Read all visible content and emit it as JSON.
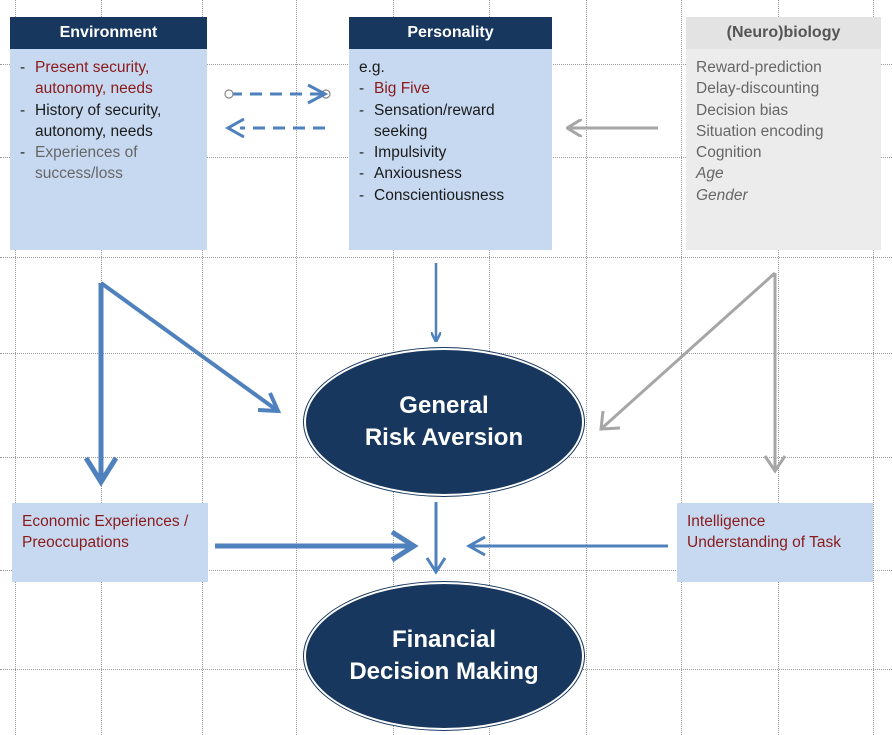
{
  "environment": {
    "title": "Environment",
    "items": [
      {
        "text": "Present security, autonomy, needs",
        "style": "red"
      },
      {
        "text": "History of security, autonomy, needs",
        "style": "black"
      },
      {
        "text": "Experiences of success/loss",
        "style": "grey"
      }
    ]
  },
  "personality": {
    "title": "Personality",
    "intro": "e.g.",
    "items": [
      {
        "text": "Big Five",
        "style": "red"
      },
      {
        "text": "Sensation/reward seeking",
        "style": "black"
      },
      {
        "text": "Impulsivity",
        "style": "black"
      },
      {
        "text": "Anxiousness",
        "style": "black"
      },
      {
        "text": "Conscientiousness",
        "style": "black"
      }
    ]
  },
  "neurobiology": {
    "title": "(Neuro)biology",
    "items": [
      {
        "text": "Reward-prediction",
        "style": "grey"
      },
      {
        "text": "Delay-discounting",
        "style": "grey"
      },
      {
        "text": "Decision bias",
        "style": "grey"
      },
      {
        "text": "Situation encoding",
        "style": "grey"
      },
      {
        "text": "Cognition",
        "style": "grey"
      },
      {
        "text": "Age",
        "style": "grey ital"
      },
      {
        "text": "Gender",
        "style": "grey ital"
      }
    ]
  },
  "general_risk_aversion": {
    "line1": "General",
    "line2": "Risk Aversion"
  },
  "financial_decision": {
    "line1": "Financial",
    "line2": "Decision Making"
  },
  "economic_box": {
    "text": "Economic Experiences / Preoccupations"
  },
  "intelligence_box": {
    "text": "Intelligence Understanding of Task"
  },
  "colors": {
    "dark_navy": "#17375e",
    "light_blue": "#c6d9f1",
    "arrow_blue": "#4f81bd",
    "arrow_grey": "#a6a6a6",
    "red_text": "#8b1a1a",
    "grey_box": "#ececec"
  }
}
